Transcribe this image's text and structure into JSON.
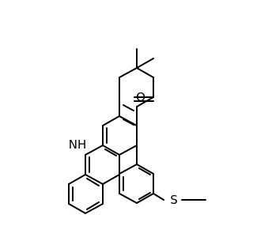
{
  "atom_labels": {
    "nh": "NH",
    "o": "O",
    "s": "S"
  },
  "colors": {
    "bond": "#000000",
    "label": "#000000",
    "background": "#ffffff"
  }
}
